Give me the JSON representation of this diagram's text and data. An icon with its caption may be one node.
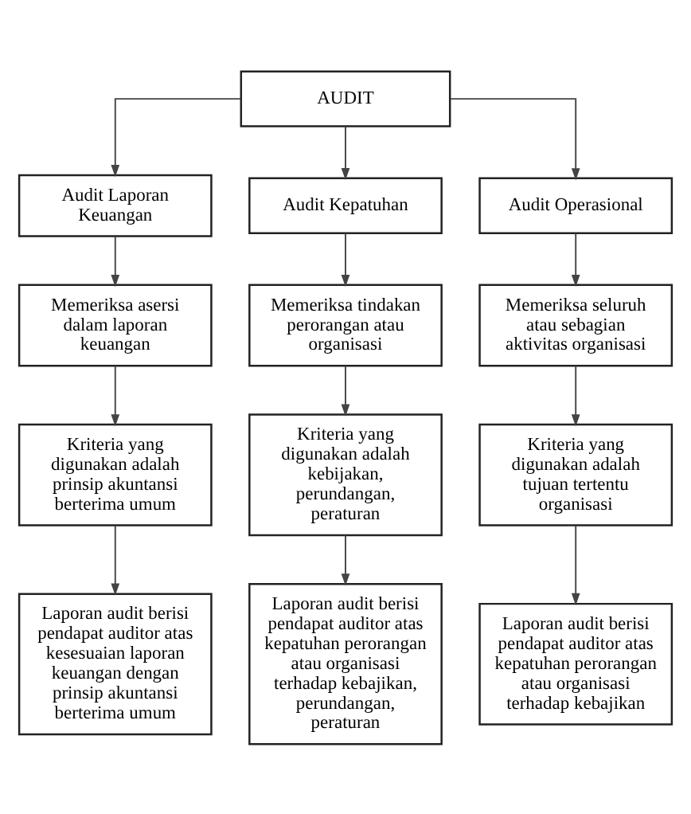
{
  "diagram": {
    "nodes": [
      {
        "text": [
          "AUDIT"
        ]
      },
      {
        "text": [
          "Audit Laporan Keuangan"
        ]
      },
      {
        "text": [
          "Audit Kepatuhan"
        ]
      },
      {
        "text": [
          "Audit Operasional"
        ]
      },
      {
        "text": [
          "Memeriksa asersi dalam laporan keuangan"
        ]
      },
      {
        "text": [
          "Memeriksa tindakan perorangan atau organisasi"
        ]
      },
      {
        "text": [
          "Memeriksa seluruh atau sebagian aktivitas organisasi"
        ]
      },
      {
        "text": [
          "Kriteria yang digunakan adalah prinsip akuntansi berterima umum"
        ]
      },
      {
        "text": [
          "Kriteria yang digunakan adalah kebijakan, perundangan, peraturan"
        ]
      },
      {
        "text": [
          "Kriteria yang digunakan adalah tujuan tertentu organisasi"
        ]
      },
      {
        "text": [
          "Laporan audit berisi pendapat auditor atas kesesuaian laporan keuangan dengan prinsip akuntansi berterima umum"
        ]
      },
      {
        "text": [
          "Laporan audit berisi pendapat auditor atas kepatuhan perorangan atau organisasi terhadap kebajikan, perundangan, peraturan"
        ]
      },
      {
        "text": [
          "Laporan audit berisi pendapat auditor atas kepatuhan perorangan atau organisasi terhadap kebajikan"
        ]
      }
    ],
    "edges": [
      {
        "from": 0,
        "to": 1,
        "arrow": "to"
      },
      {
        "from": 0,
        "to": 2,
        "arrow": "to"
      },
      {
        "from": 0,
        "to": 3,
        "arrow": "to"
      },
      {
        "from": 1,
        "to": 4,
        "arrow": "to"
      },
      {
        "from": 4,
        "to": 7,
        "arrow": "to"
      },
      {
        "from": 7,
        "to": 10,
        "arrow": "to"
      },
      {
        "from": 2,
        "to": 5,
        "arrow": "to"
      },
      {
        "from": 5,
        "to": 8,
        "arrow": "to"
      },
      {
        "from": 8,
        "to": 11,
        "arrow": "to"
      },
      {
        "from": 3,
        "to": 6,
        "arrow": "to"
      },
      {
        "from": 6,
        "to": 9,
        "arrow": "to"
      },
      {
        "from": 9,
        "to": 12,
        "arrow": "to"
      }
    ]
  }
}
